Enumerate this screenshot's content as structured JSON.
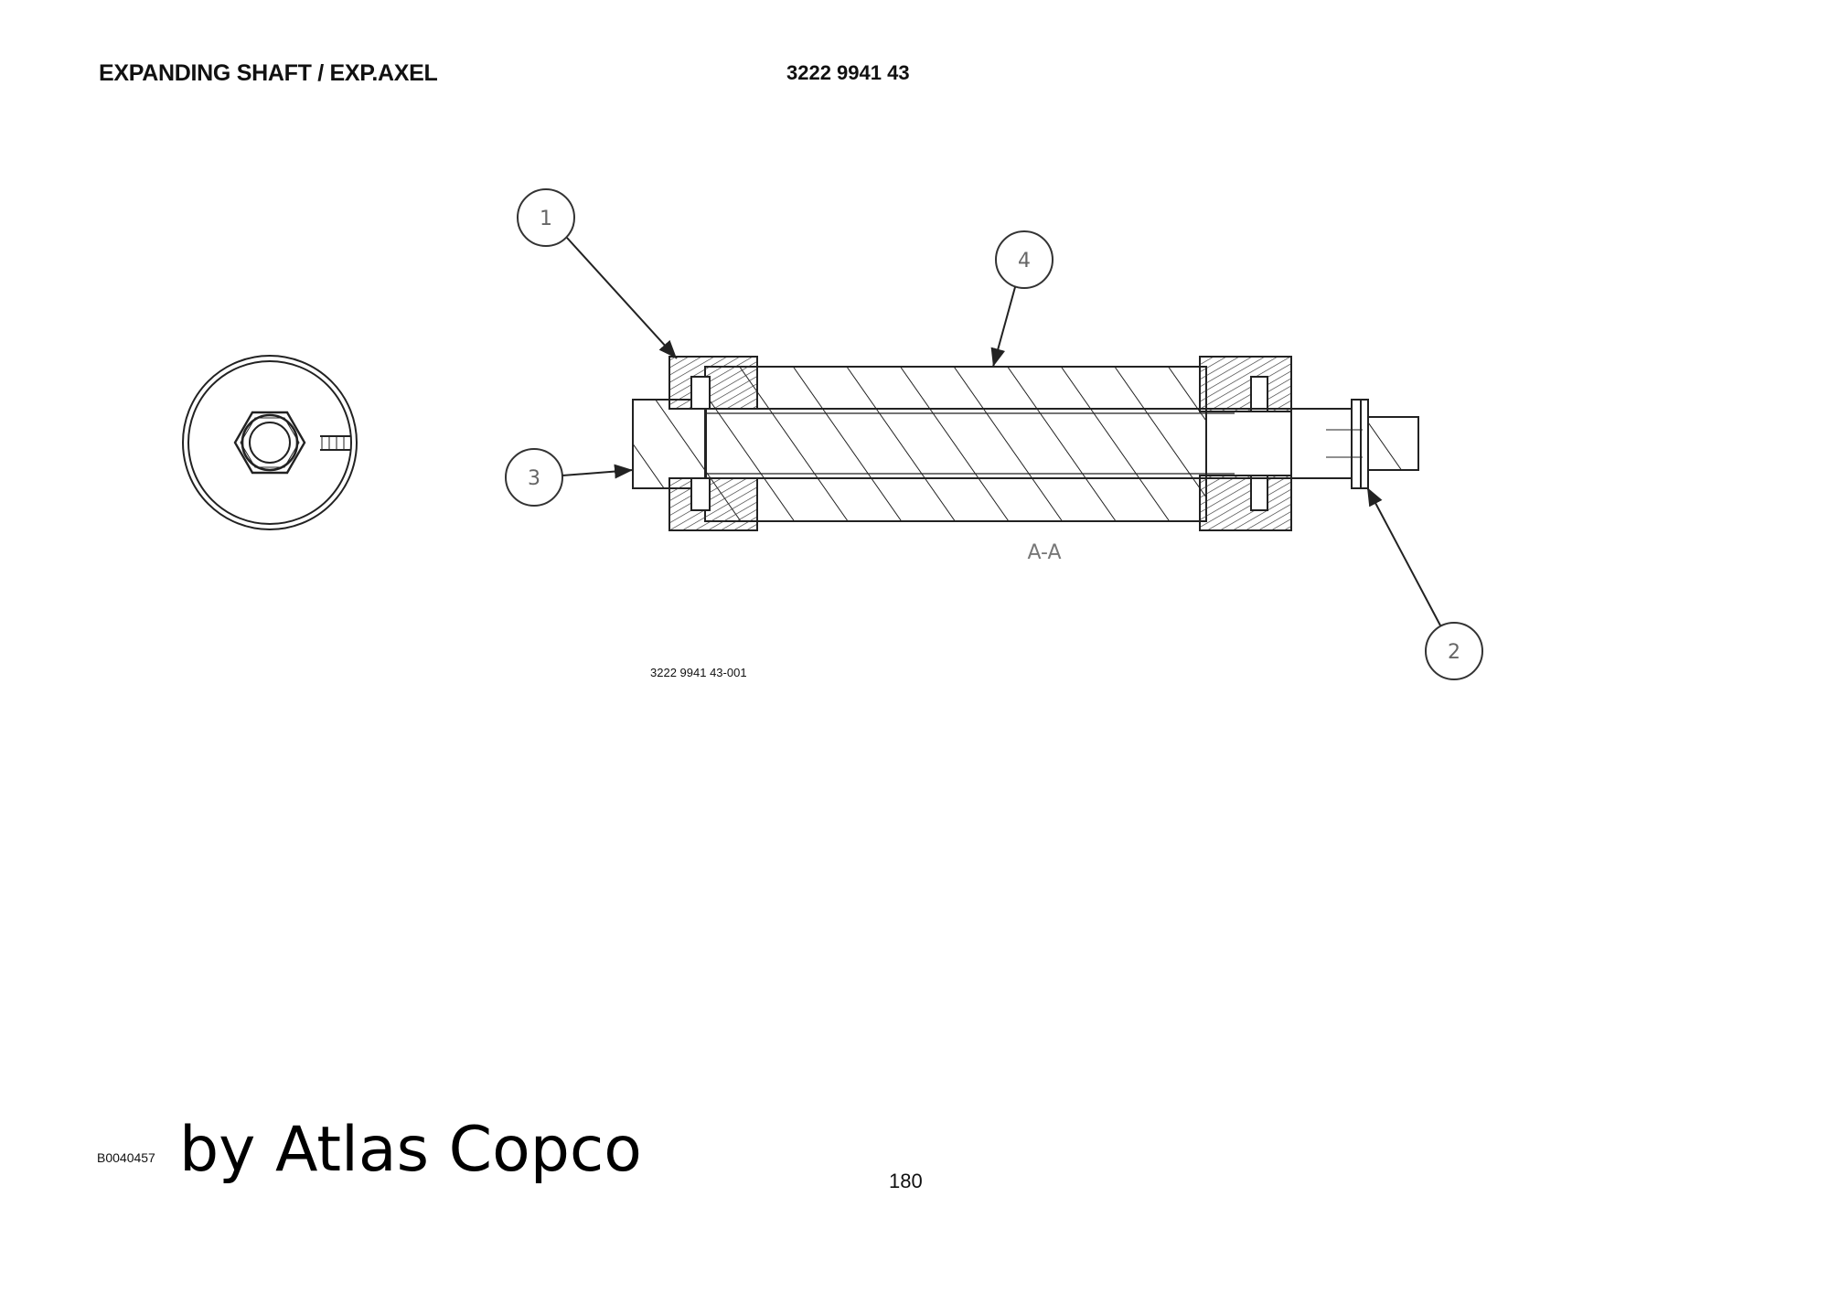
{
  "header": {
    "title": "EXPANDING SHAFT / EXP.AXEL",
    "part_number": "3222 9941 43"
  },
  "drawing": {
    "section_label": "A-A",
    "drawing_number": "3222 9941 43-001",
    "callouts": [
      "1",
      "2",
      "3",
      "4"
    ]
  },
  "footer": {
    "doc_code": "B0040457",
    "brand": "by Atlas Copco",
    "page_number": "180"
  }
}
